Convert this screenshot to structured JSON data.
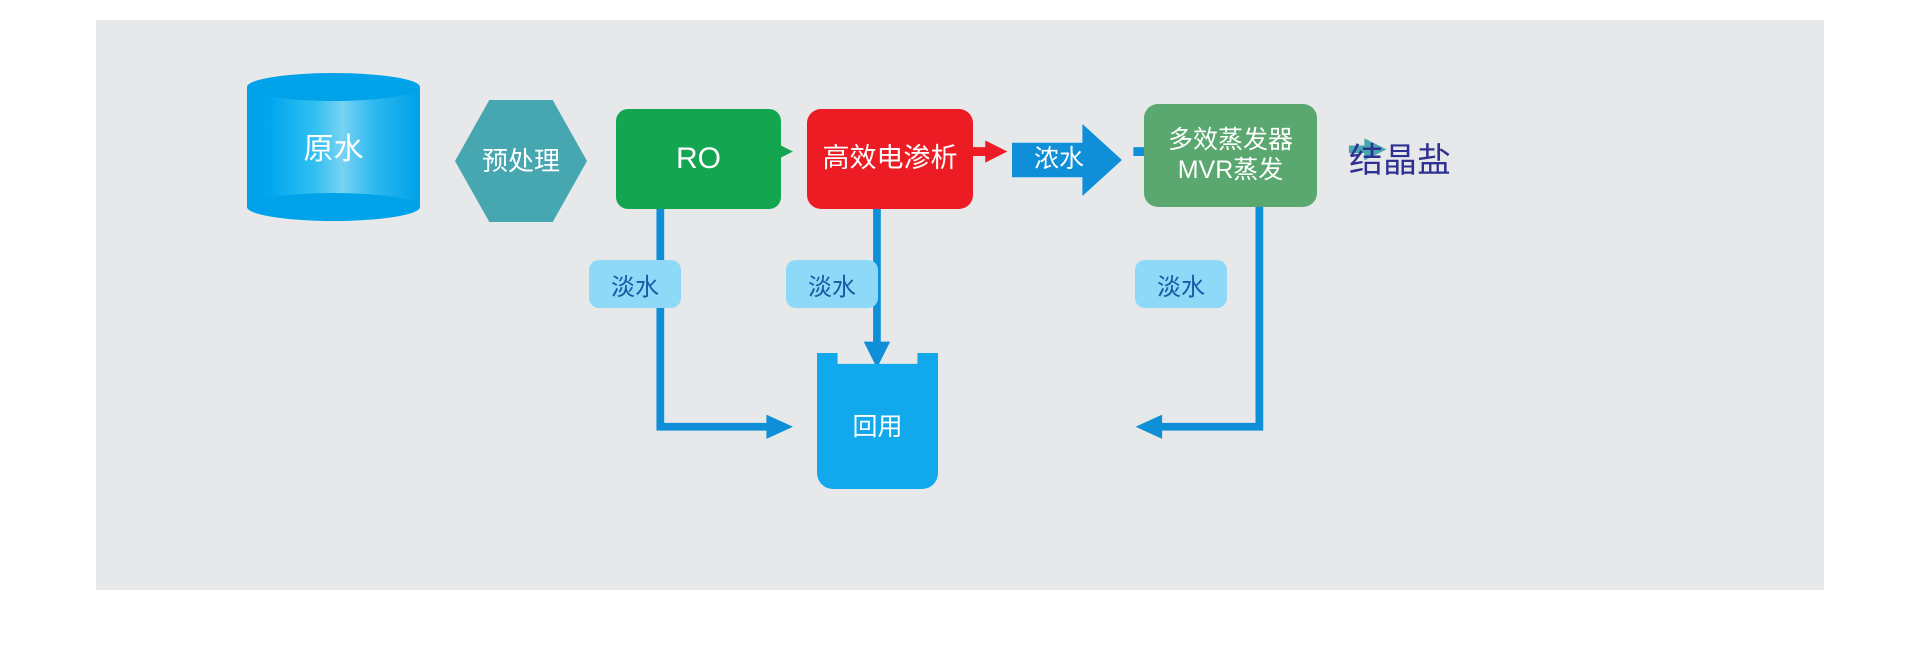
{
  "diagram": {
    "title_present": false,
    "background": "#e7e8ea",
    "nodes": {
      "raw_water": {
        "label": "原水",
        "shape": "cylinder",
        "color": "#00a3e9"
      },
      "pretreatment": {
        "label": "预处理",
        "shape": "hexagon",
        "color": "#46a7b0"
      },
      "ro": {
        "label": "RO",
        "shape": "rounded-rect",
        "color": "#14a550"
      },
      "electrodialysis": {
        "label": "高效电渗析",
        "shape": "rounded-rect",
        "color": "#ed1c24"
      },
      "concentrate": {
        "label": "浓水",
        "shape": "block-arrow",
        "color": "#0e8fd8"
      },
      "evaporator": {
        "label": "多效蒸发器\nMVR蒸发",
        "shape": "rounded-rect",
        "color": "#5aa870"
      },
      "crystal_salt": {
        "label": "结晶盐",
        "shape": "text",
        "color": "#2e3192"
      },
      "reuse_tank": {
        "label": "回用",
        "shape": "tank",
        "color": "#11a9ec"
      }
    },
    "fresh_water_tags": [
      {
        "label": "淡水",
        "source": "ro"
      },
      {
        "label": "淡水",
        "source": "electrodialysis"
      },
      {
        "label": "淡水",
        "source": "evaporator"
      }
    ],
    "connectors": [
      {
        "from": "raw_water",
        "to": "pretreatment",
        "color": "#1b9ce3",
        "style": "arrow"
      },
      {
        "from": "pretreatment",
        "to": "ro",
        "color": "#46a7b0",
        "style": "arrow"
      },
      {
        "from": "ro",
        "to": "electrodialysis",
        "color": "#14a550",
        "style": "arrow"
      },
      {
        "from": "electrodialysis",
        "to": "concentrate",
        "color": "#ed1c24",
        "style": "arrow"
      },
      {
        "from": "concentrate",
        "to": "evaporator",
        "color": "#0e8fd8",
        "style": "arrow"
      },
      {
        "from": "evaporator",
        "to": "crystal_salt",
        "color": "#46a7b0",
        "style": "arrow"
      },
      {
        "from": "ro",
        "to": "reuse_tank",
        "color": "#0e8fd8",
        "style": "elbow-down-right"
      },
      {
        "from": "electrodialysis",
        "to": "reuse_tank",
        "color": "#0e8fd8",
        "style": "straight-down"
      },
      {
        "from": "evaporator",
        "to": "reuse_tank",
        "color": "#0e8fd8",
        "style": "elbow-down-left"
      }
    ]
  }
}
